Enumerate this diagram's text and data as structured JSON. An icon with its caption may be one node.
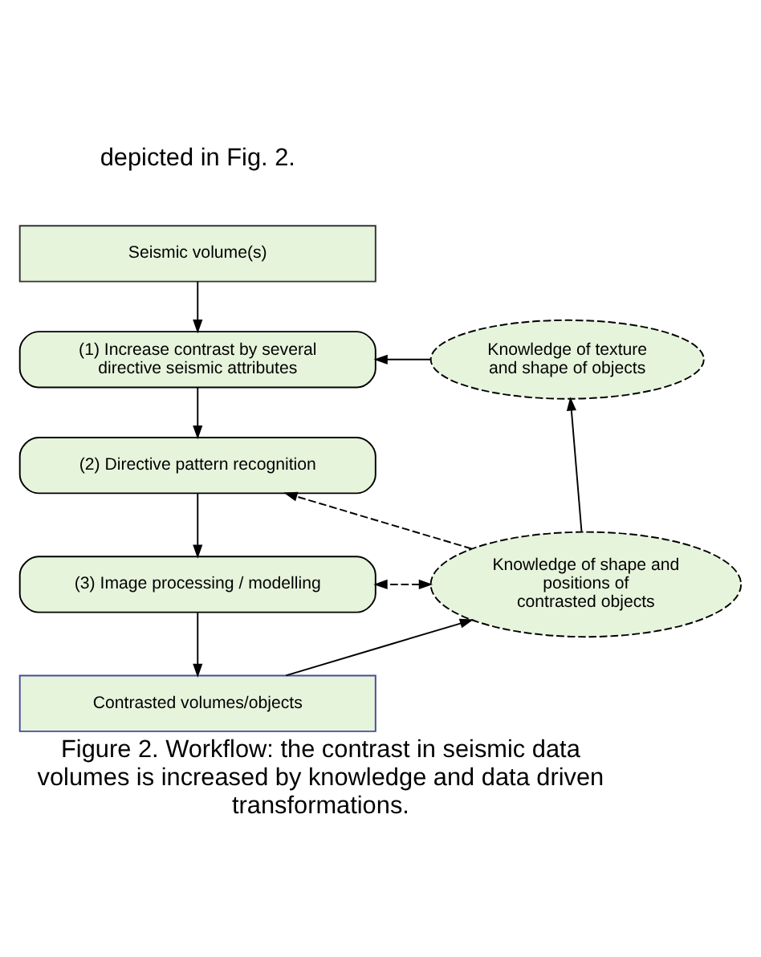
{
  "diagram": {
    "caption": "Figure 2. Workflow: the contrast in seismic data volumes is increased by knowledge and data driven transformations.",
    "nodes": [
      {
        "text": [
          "Seismic volume(s)"
        ]
      },
      {
        "text": [
          "(1) Increase contrast by several directive seismic attributes"
        ]
      },
      {
        "text": [
          "(2) Directive pattern recognition"
        ]
      },
      {
        "text": [
          "(3) Image processing / modelling"
        ]
      },
      {
        "text": [
          "Contrasted volumes/objects"
        ]
      },
      {
        "text": [
          "Knowledge of texture and shape of objects"
        ]
      },
      {
        "text": [
          "Knowledge of shape and positions of contrasted objects"
        ]
      }
    ],
    "edges": [
      {
        "from": 0,
        "to": 1,
        "arrow": "to"
      },
      {
        "from": 1,
        "to": 2,
        "arrow": "to"
      },
      {
        "from": 2,
        "to": 3,
        "arrow": "to"
      },
      {
        "from": 3,
        "to": 4,
        "arrow": "to"
      },
      {
        "from": 5,
        "to": 1,
        "arrow": "to"
      },
      {
        "from": 6,
        "to": 5,
        "arrow": "to"
      },
      {
        "from": 6,
        "to": 2,
        "arrow": "to",
        "style": "dashed"
      },
      {
        "from": 6,
        "to": 3,
        "arrow": "both",
        "style": "dashed"
      },
      {
        "from": 4,
        "to": 6,
        "arrow": "to"
      }
    ],
    "labels": [
      "depicted in Fig. 2."
    ]
  }
}
